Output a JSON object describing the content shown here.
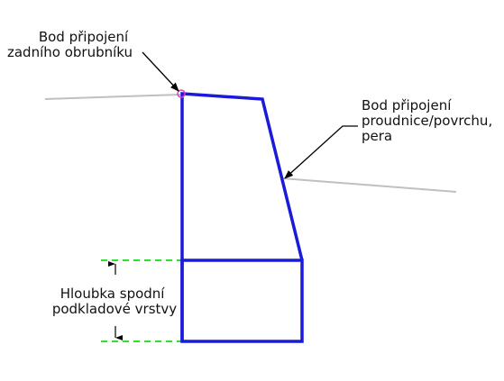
{
  "labels": {
    "back_curb_point": [
      "Bod připojení",
      "zadního obrubníku"
    ],
    "flowline_point": [
      "Bod připojení",
      "proudnice/povrchu,",
      "pera"
    ],
    "subbase_depth": [
      "Hloubka spodní",
      "podkladové vrstvy"
    ]
  },
  "colors": {
    "profile": "#1a1adb",
    "surface_line": "#c0c0c0",
    "dimension_line": "#33dd33",
    "marker": "#e040c0",
    "leader": "#000000",
    "text": "#111111"
  }
}
